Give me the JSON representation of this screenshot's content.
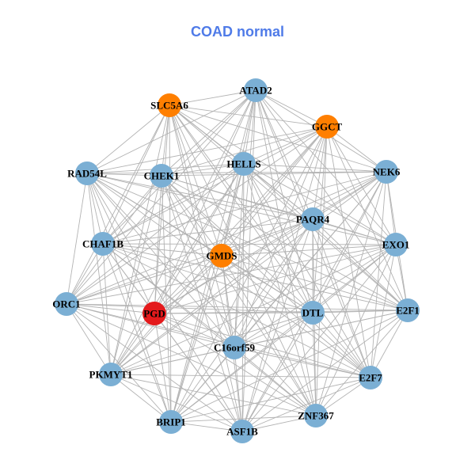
{
  "title": "COAD normal",
  "colors": {
    "default": "#7bafd4",
    "highlight_orange": "#ff7f00",
    "highlight_red": "#e41a1c",
    "edge": "#b3b3b3"
  },
  "nodes": [
    {
      "id": "ATAD2",
      "color": "default"
    },
    {
      "id": "SLC5A6",
      "color": "highlight_orange"
    },
    {
      "id": "GGCT",
      "color": "highlight_orange"
    },
    {
      "id": "HELLS",
      "color": "default"
    },
    {
      "id": "NEK6",
      "color": "default"
    },
    {
      "id": "RAD54L",
      "color": "default"
    },
    {
      "id": "CHEK1",
      "color": "default"
    },
    {
      "id": "PAQR4",
      "color": "default"
    },
    {
      "id": "CHAF1B",
      "color": "default"
    },
    {
      "id": "EXO1",
      "color": "default"
    },
    {
      "id": "GMDS",
      "color": "highlight_orange"
    },
    {
      "id": "ORC1",
      "color": "default"
    },
    {
      "id": "PGD",
      "color": "highlight_red"
    },
    {
      "id": "DTL",
      "color": "default"
    },
    {
      "id": "E2F1",
      "color": "default"
    },
    {
      "id": "C16orf59",
      "color": "default"
    },
    {
      "id": "PKMYT1",
      "color": "default"
    },
    {
      "id": "E2F7",
      "color": "default"
    },
    {
      "id": "BRIP1",
      "color": "default"
    },
    {
      "id": "ASF1B",
      "color": "default"
    },
    {
      "id": "ZNF367",
      "color": "default"
    }
  ]
}
